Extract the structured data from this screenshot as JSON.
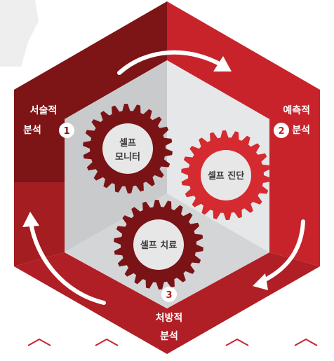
{
  "colors": {
    "red_dark": "#7d1416",
    "red_mid": "#a31d21",
    "red_bright": "#c8232b",
    "red_bottom": "#b01f25",
    "gray_left": "#c9cacc",
    "gray_right": "#e6e7e8",
    "gray_bottom": "#d4d5d7",
    "gear_dark": "#7a1316",
    "gear_red": "#d42a30",
    "gear_hub": "#e7e7e8",
    "deco_hex": "#eeeeef",
    "arrow": "#ffffff"
  },
  "stages": [
    {
      "number": "1",
      "line1": "서술적",
      "line2": "분석"
    },
    {
      "number": "2",
      "line1": "예측적",
      "line2": "분석"
    },
    {
      "number": "3",
      "line1": "처방적",
      "line2": "분석"
    }
  ],
  "gears": [
    {
      "line1": "셀프",
      "line2": "모니터"
    },
    {
      "line1": "셀프 진단",
      "line2": ""
    },
    {
      "line1": "셀프 치료",
      "line2": ""
    }
  ],
  "icons": {
    "cycle_arrows": "curved-arrow-icon",
    "gears": "gear-icon"
  }
}
